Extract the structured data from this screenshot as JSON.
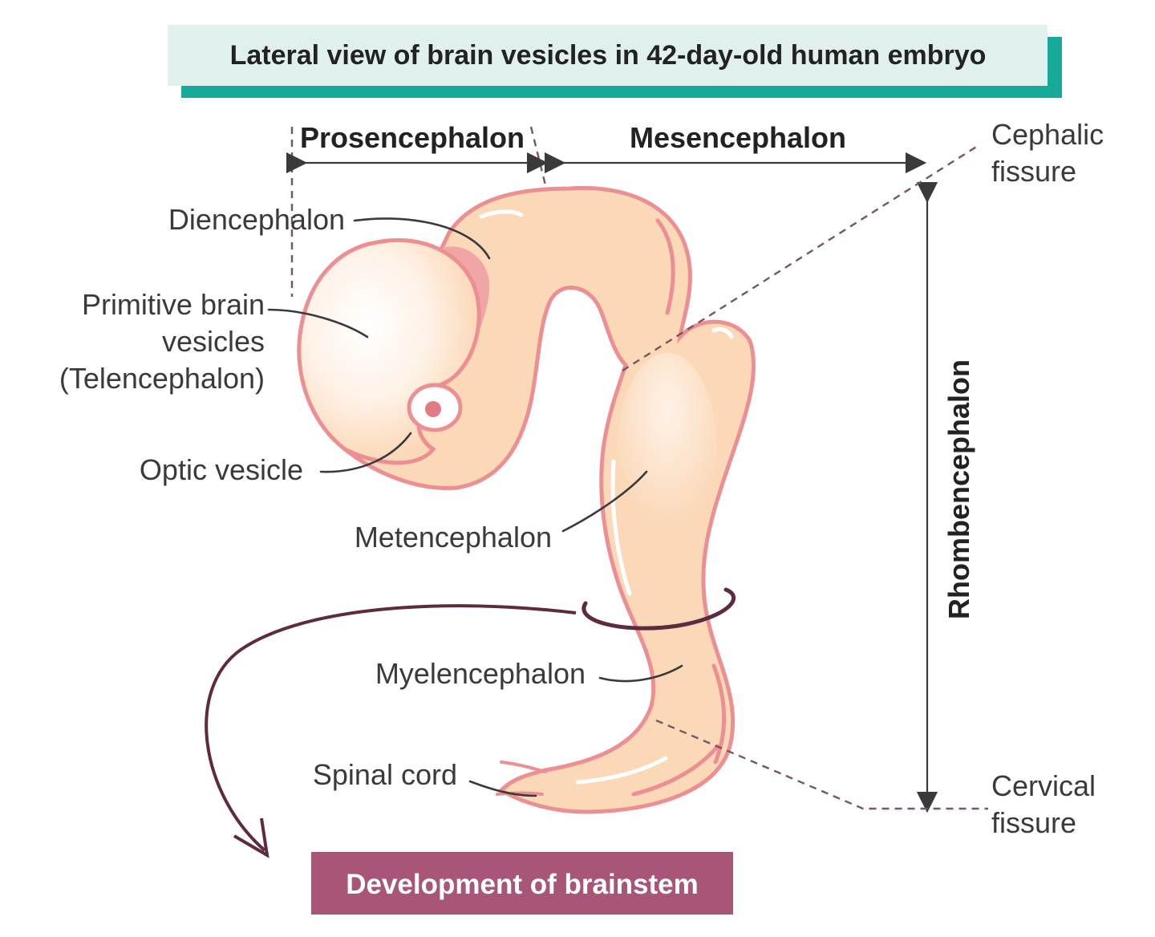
{
  "title": "Lateral view of brain vesicles in 42-day-old human embryo",
  "regions": {
    "prosencephalon": "Prosencephalon",
    "mesencephalon": "Mesencephalon",
    "rhombencephalon": "Rhombencephalon"
  },
  "labels": {
    "diencephalon": "Diencephalon",
    "primitive_line1": "Primitive brain",
    "primitive_line2": "vesicles",
    "primitive_line3": "(Telencephalon)",
    "optic_vesicle": "Optic vesicle",
    "metencephalon": "Metencephalon",
    "myelencephalon": "Myelencephalon",
    "spinal_cord": "Spinal cord",
    "cephalic_line1": "Cephalic",
    "cephalic_line2": "fissure",
    "cervical_line1": "Cervical",
    "cervical_line2": "fissure"
  },
  "footer_box": "Development of brainstem",
  "colors": {
    "title_bg": "#dff0ee",
    "title_accent": "#17a99a",
    "tissue_fill": "#fbd8b8",
    "tissue_outline": "#ec8f92",
    "footer_bg": "#a85677",
    "arrow": "#5e2a40"
  }
}
